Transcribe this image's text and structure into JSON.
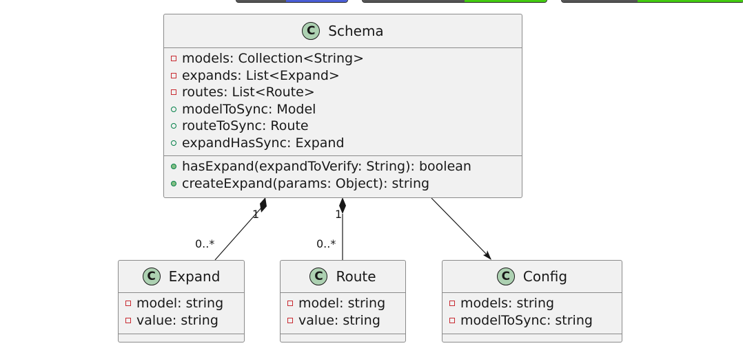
{
  "badges": [
    {
      "left_color": "#555555",
      "right_color": "#4a5ed6"
    },
    {
      "left_color": "#555555",
      "right_color": "#44cc11"
    },
    {
      "left_color": "#555555",
      "right_color": "#44cc11"
    }
  ],
  "colors": {
    "class_fill": "#f1f1f1",
    "class_border": "#8a8a8a",
    "class_icon": "#add1b2",
    "private_marker": "#c82930",
    "public_marker": "#038048"
  },
  "classes": {
    "schema": {
      "icon": "C",
      "name": "Schema",
      "fields": [
        {
          "visibility": "private",
          "text": "models: Collection<String>"
        },
        {
          "visibility": "private",
          "text": "expands: List<Expand>"
        },
        {
          "visibility": "private",
          "text": "routes: List<Route>"
        },
        {
          "visibility": "public-open",
          "text": "modelToSync: Model"
        },
        {
          "visibility": "public-open",
          "text": "routeToSync: Route"
        },
        {
          "visibility": "public-open",
          "text": "expandHasSync: Expand"
        }
      ],
      "methods": [
        {
          "visibility": "public-filled",
          "text": "hasExpand(expandToVerify: String): boolean"
        },
        {
          "visibility": "public-filled",
          "text": "createExpand(params: Object): string"
        }
      ]
    },
    "expand": {
      "icon": "C",
      "name": "Expand",
      "fields": [
        {
          "visibility": "private",
          "text": "model: string"
        },
        {
          "visibility": "private",
          "text": "value: string"
        }
      ]
    },
    "route": {
      "icon": "C",
      "name": "Route",
      "fields": [
        {
          "visibility": "private",
          "text": "model: string"
        },
        {
          "visibility": "private",
          "text": "value: string"
        }
      ]
    },
    "config": {
      "icon": "C",
      "name": "Config",
      "fields": [
        {
          "visibility": "private",
          "text": "models: string"
        },
        {
          "visibility": "private",
          "text": "modelToSync: string"
        }
      ]
    }
  },
  "relations": [
    {
      "from": "Schema",
      "to": "Expand",
      "type": "composition",
      "from_multiplicity": "1",
      "to_multiplicity": "0..*"
    },
    {
      "from": "Schema",
      "to": "Route",
      "type": "composition",
      "from_multiplicity": "1",
      "to_multiplicity": "0..*"
    },
    {
      "from": "Schema",
      "to": "Config",
      "type": "association-directed"
    }
  ]
}
